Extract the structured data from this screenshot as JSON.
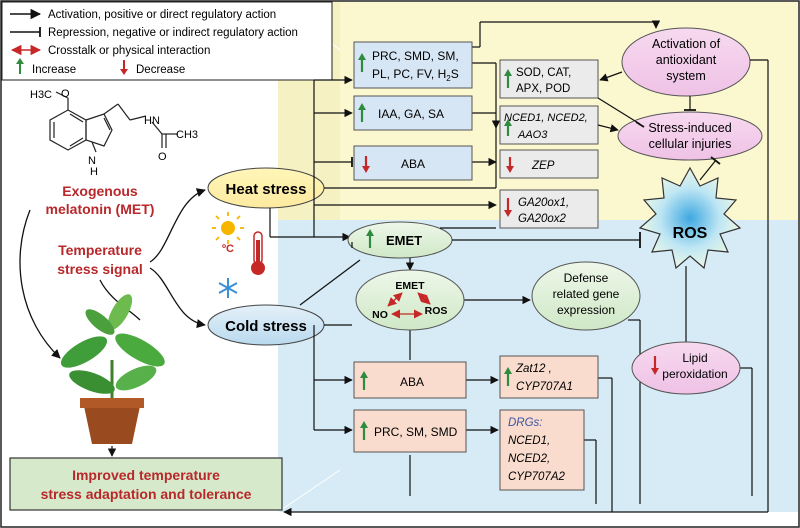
{
  "legend": {
    "activation": "Activation, positive or direct regulatory action",
    "repression": "Repression, negative or indirect regulatory action",
    "crosstalk": "Crosstalk or physical interaction",
    "increase": "Increase",
    "decrease": "Decrease"
  },
  "met": {
    "line1": "Exogenous",
    "line2": "melatonin (MET)",
    "chem": {
      "h3c": "H3C",
      "o": "O",
      "hn": "HN",
      "n": "N",
      "ch3": "CH3",
      "h": "H",
      "o2": "O"
    }
  },
  "signal": {
    "line1": "Temperature",
    "line2": "stress signal"
  },
  "heat": "Heat stress",
  "cold": "Cold stress",
  "thermo_label": "ºC",
  "outcome": {
    "line1": "Improved temperature",
    "line2": "stress adaptation and tolerance"
  },
  "heat_boxes": {
    "prc": {
      "line1": "PRC, SMD, SM,",
      "line2": "PL, PC, FV, H",
      "sub": "2",
      "tail": "S"
    },
    "iaa": "IAA, GA, SA",
    "aba": "ABA",
    "sod": {
      "line1": "SOD, CAT,",
      "line2": "APX, POD"
    },
    "nced": {
      "line1": "NCED1, NCED2,",
      "line2": "AAO3"
    },
    "zep": "ZEP",
    "ga20": {
      "line1": "GA20ox1,",
      "line2": "GA20ox2"
    }
  },
  "emet": "EMET",
  "crosstalk_node": {
    "emet": "EMET",
    "no": "NO",
    "ros": "ROS"
  },
  "antioxidant": {
    "line1": "Activation of",
    "line2": "antioxidant",
    "line3": "system"
  },
  "injuries": {
    "line1": "Stress-induced",
    "line2": "cellular injuries"
  },
  "ros": "ROS",
  "defense": {
    "line1": "Defense",
    "line2": "related gene",
    "line3": "expression"
  },
  "lipid": {
    "line1": "Lipid",
    "line2": "peroxidation"
  },
  "cold_boxes": {
    "aba": "ABA",
    "zat": {
      "line1": "Zat12 ,",
      "line2": "CYP707A1"
    },
    "prc": "PRC, SM, SMD",
    "drg": {
      "title": "DRGs:",
      "l1": "NCED1,",
      "l2": "NCED2,",
      "l3": "CYP707A2"
    }
  },
  "colors": {
    "red": "#b8282b",
    "green": "#2e8b3f",
    "heat_bg": "#fbf6c8",
    "cold_bg": "#d3e9f4",
    "blue_box": "#d7e6f4",
    "orange_box": "#f9dccd",
    "outcome_bg": "#d6eacb",
    "ellipse_green": "#d8ecd0"
  }
}
